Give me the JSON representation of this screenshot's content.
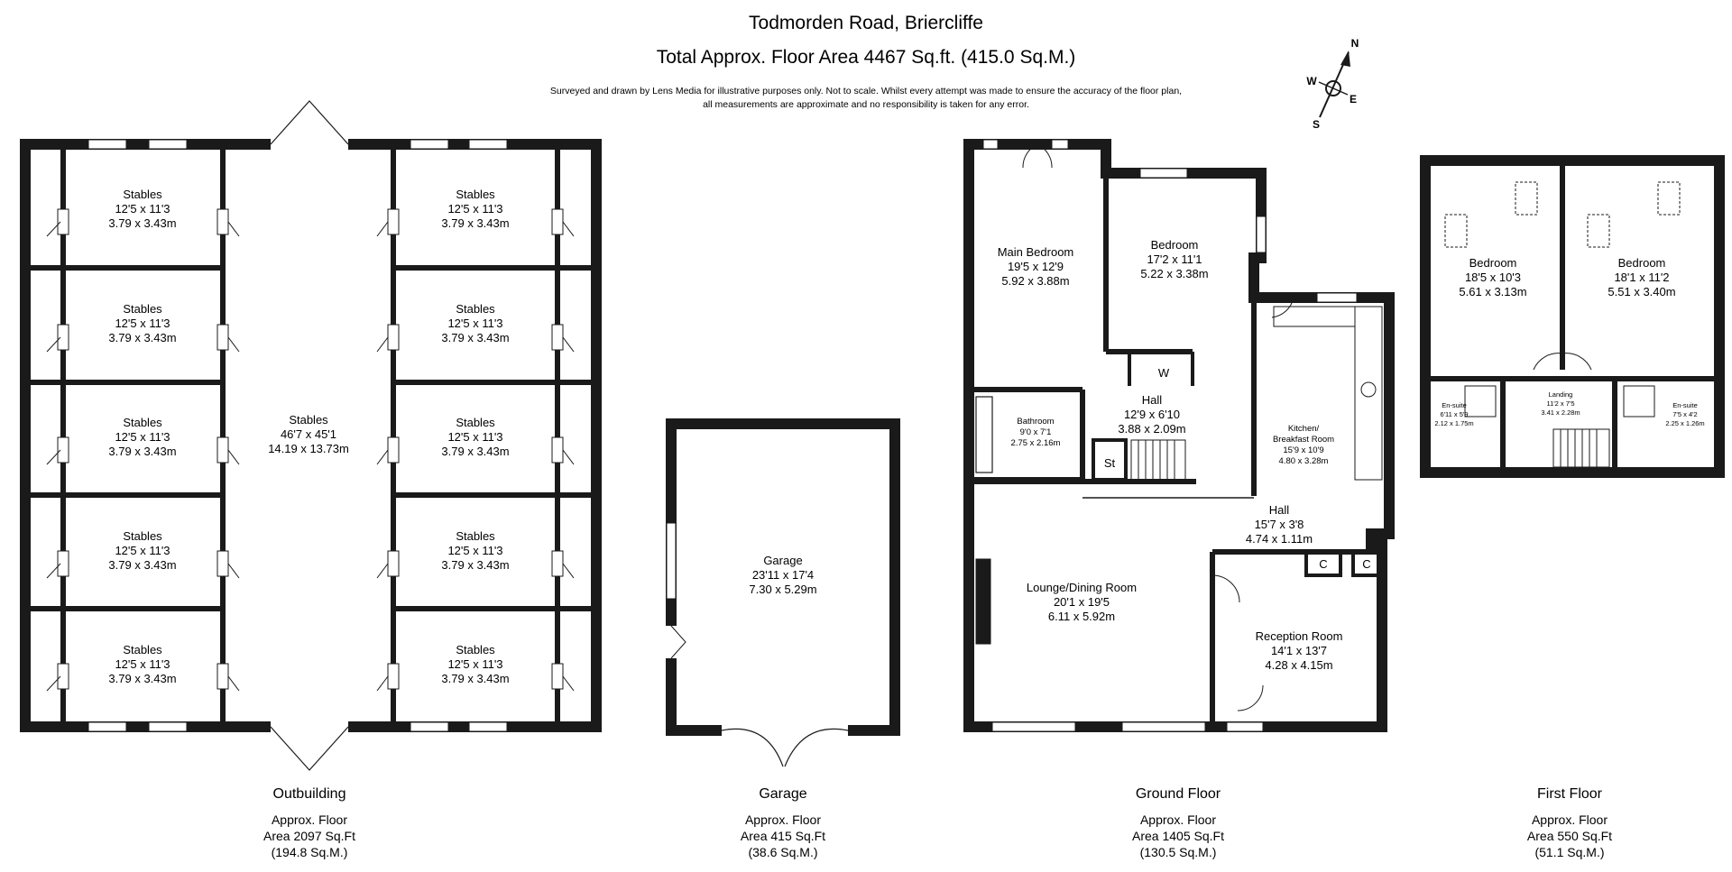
{
  "header": {
    "address": "Todmorden Road, Briercliffe",
    "total_area": "Total Approx. Floor Area 4467 Sq.ft. (415.0 Sq.M.)",
    "disclaimer_line1": "Surveyed and drawn by Lens Media for illustrative purposes only. Not to scale. Whilst every attempt was made to ensure the accuracy of the floor plan,",
    "disclaimer_line2": "all measurements are approximate and no responsibility is taken for any error."
  },
  "compass": {
    "n": "N",
    "e": "E",
    "s": "S",
    "w": "W"
  },
  "outbuilding": {
    "caption": "Outbuilding",
    "area_line1": "Approx. Floor",
    "area_line2": "Area 2097 Sq.Ft",
    "area_line3": "(194.8 Sq.M.)",
    "stables_main": {
      "name": "Stables",
      "imperial": "46'7 x 45'1",
      "metric": "14.19 x 13.73m"
    },
    "stalls": [
      {
        "name": "Stables",
        "imperial": "12'5 x 11'3",
        "metric": "3.79 x 3.43m"
      },
      {
        "name": "Stables",
        "imperial": "12'5 x 11'3",
        "metric": "3.79 x 3.43m"
      },
      {
        "name": "Stables",
        "imperial": "12'5 x 11'3",
        "metric": "3.79 x 3.43m"
      },
      {
        "name": "Stables",
        "imperial": "12'5 x 11'3",
        "metric": "3.79 x 3.43m"
      },
      {
        "name": "Stables",
        "imperial": "12'5 x 11'3",
        "metric": "3.79 x 3.43m"
      },
      {
        "name": "Stables",
        "imperial": "12'5 x 11'3",
        "metric": "3.79 x 3.43m"
      },
      {
        "name": "Stables",
        "imperial": "12'5 x 11'3",
        "metric": "3.79 x 3.43m"
      },
      {
        "name": "Stables",
        "imperial": "12'5 x 11'3",
        "metric": "3.79 x 3.43m"
      },
      {
        "name": "Stables",
        "imperial": "12'5 x 11'3",
        "metric": "3.79 x 3.43m"
      },
      {
        "name": "Stables",
        "imperial": "12'5 x 11'3",
        "metric": "3.79 x 3.43m"
      }
    ]
  },
  "garage": {
    "caption": "Garage",
    "area_line1": "Approx. Floor",
    "area_line2": "Area 415 Sq.Ft",
    "area_line3": "(38.6 Sq.M.)",
    "room": {
      "name": "Garage",
      "imperial": "23'11 x 17'4",
      "metric": "7.30 x 5.29m"
    }
  },
  "ground_floor": {
    "caption": "Ground Floor",
    "area_line1": "Approx. Floor",
    "area_line2": "Area 1405 Sq.Ft",
    "area_line3": "(130.5 Sq.M.)",
    "main_bedroom": {
      "name": "Main Bedroom",
      "imperial": "19'5 x 12'9",
      "metric": "5.92 x 3.88m"
    },
    "bedroom": {
      "name": "Bedroom",
      "imperial": "17'2 x 11'1",
      "metric": "5.22 x 3.38m"
    },
    "wardrobe": "W",
    "hall_upper": {
      "name": "Hall",
      "imperial": "12'9 x 6'10",
      "metric": "3.88 x 2.09m"
    },
    "store": "St",
    "bathroom": {
      "name": "Bathroom",
      "imperial": "9'0 x 7'1",
      "metric": "2.75 x 2.16m"
    },
    "kitchen_line1": "Kitchen/",
    "kitchen": {
      "name": "Breakfast Room",
      "imperial": "15'9 x 10'9",
      "metric": "4.80 x 3.28m"
    },
    "hall_lower": {
      "name": "Hall",
      "imperial": "15'7 x 3'8",
      "metric": "4.74 x 1.11m"
    },
    "cupboard1": "C",
    "cupboard2": "C",
    "lounge": {
      "name": "Lounge/Dining Room",
      "imperial": "20'1 x 19'5",
      "metric": "6.11 x 5.92m"
    },
    "reception": {
      "name": "Reception Room",
      "imperial": "14'1 x 13'7",
      "metric": "4.28 x 4.15m"
    }
  },
  "first_floor": {
    "caption": "First Floor",
    "area_line1": "Approx. Floor",
    "area_line2": "Area 550 Sq.Ft",
    "area_line3": "(51.1 Sq.M.)",
    "bedroom_left": {
      "name": "Bedroom",
      "imperial": "18'5 x 10'3",
      "metric": "5.61 x 3.13m"
    },
    "bedroom_right": {
      "name": "Bedroom",
      "imperial": "18'1 x 11'2",
      "metric": "5.51 x 3.40m"
    },
    "ensuite_left": {
      "name": "En-suite",
      "imperial": "6'11 x 5'9",
      "metric": "2.12 x 1.75m"
    },
    "landing": {
      "name": "Landing",
      "imperial": "11'2 x 7'5",
      "metric": "3.41 x 2.28m"
    },
    "ensuite_right": {
      "name": "En-suite",
      "imperial": "7'5 x 4'2",
      "metric": "2.25 x 1.26m"
    }
  }
}
